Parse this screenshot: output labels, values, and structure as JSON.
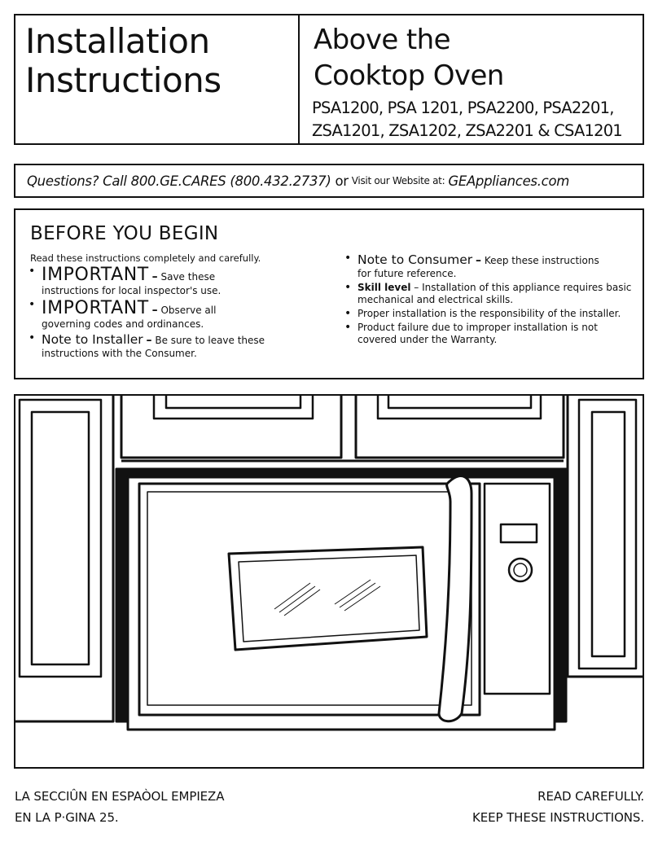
{
  "header": {
    "title_line1": "Installation",
    "title_line2": "Instructions",
    "product_line1": "Above the",
    "product_line2": "Cooktop Oven",
    "models_line1": "PSA1200, PSA 1201, PSA2200, PSA2201,",
    "models_line2": "ZSA1201, ZSA1202, ZSA2201 & CSA1201"
  },
  "questions": {
    "call_text": "Questions? Call 800.GE.CARES (800.432.2737)",
    "or": "or",
    "visit_text": "Visit our Website at:",
    "website": "GEAppliances.com"
  },
  "before_you_begin": {
    "title": "BEFORE YOU BEGIN",
    "subtitle": "Read these instructions completely and carefully.",
    "left_items": [
      {
        "label": "IMPORTANT",
        "dash": "–",
        "text1": "Save these",
        "text2": "instructions for local inspector's use."
      },
      {
        "label": "IMPORTANT",
        "dash": "–",
        "text1": "Observe all",
        "text2": "governing codes and ordinances."
      },
      {
        "label": "Note to Installer",
        "dash": "–",
        "text1": "Be sure to leave these",
        "text2": "instructions with the Consumer."
      }
    ],
    "right_items": [
      {
        "label": "Note to Consumer",
        "dash": "–",
        "text1": "Keep these instructions",
        "text2": "for future reference."
      },
      {
        "label": "Skill level",
        "text1": "– Installation of this appliance requires basic",
        "text2": "mechanical and electrical skills."
      },
      {
        "text1": "Proper installation is the responsibility of the installer."
      },
      {
        "text1": "Product failure due to improper installation is not",
        "text2": "covered under the Warranty."
      }
    ]
  },
  "footer": {
    "left_line1": "LA SECCIÛN EN ESPAÒOL EMPIEZA",
    "left_line2": "EN LA P·GINA 25.",
    "right_line1": "READ CAREFULLY.",
    "right_line2": "KEEP THESE INSTRUCTIONS."
  }
}
